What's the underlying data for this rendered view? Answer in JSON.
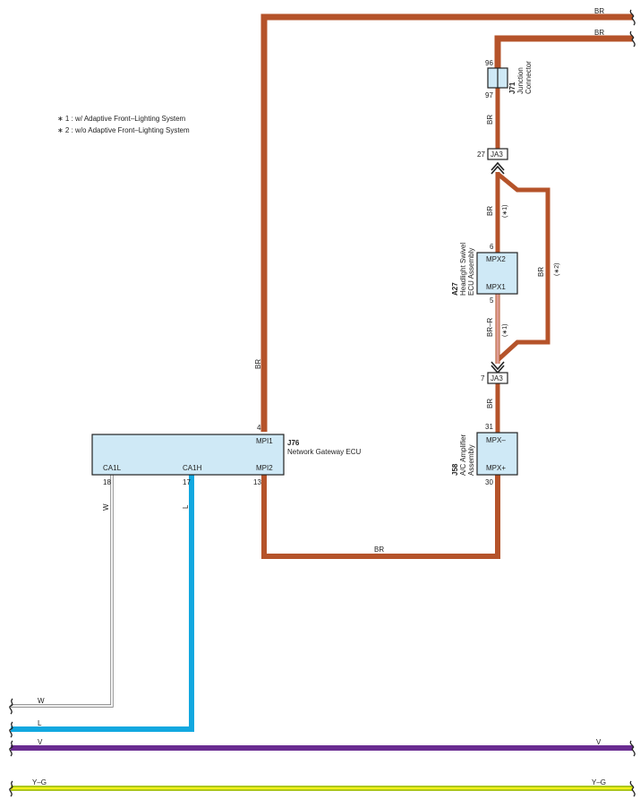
{
  "notes": {
    "note1": "∗ 1 : w/ Adaptive Front–Lighting System",
    "note2": "∗ 2 : w/o Adaptive Front–Lighting System"
  },
  "wire_colors": {
    "br": "#b5532a",
    "l": "#12a8e0",
    "v": "#6a2c91",
    "yg_outer": "#a8c41a",
    "yg_inner": "#f2f21a",
    "w": "#999999",
    "br_r": "#c0392b"
  },
  "wires": {
    "br": "BR",
    "br_r": "BR–R",
    "l": "L",
    "w": "W",
    "v": "V",
    "yg": "Y–G",
    "mark1": "(∗1)",
    "mark2": "(∗2)"
  },
  "components": {
    "j71": {
      "id": "J71",
      "name_line1": "Junction",
      "name_line2": "Connector",
      "pin_top": "96",
      "pin_bottom": "97"
    },
    "ja3_top": {
      "label": "JA3",
      "pin": "27"
    },
    "ja3_bottom": {
      "label": "JA3",
      "pin": "7"
    },
    "a27": {
      "id": "A27",
      "name_line1": "Headlight Swivel",
      "name_line2": "ECU Assembly",
      "terminal_top": "MPX2",
      "terminal_bottom": "MPX1",
      "pin_top": "6",
      "pin_bottom": "5"
    },
    "j58": {
      "id": "J58",
      "name_line1": "A/C Amplifier",
      "name_line2": "Assembly",
      "terminal_top": "MPX–",
      "terminal_bottom": "MPX+",
      "pin_top": "31",
      "pin_bottom": "30"
    },
    "j76": {
      "id": "J76",
      "name": "Network Gateway ECU",
      "terminal_mpi1": "MPI1",
      "terminal_mpi2": "MPI2",
      "terminal_ca1l": "CA1L",
      "terminal_ca1h": "CA1H",
      "pin_mpi1": "4",
      "pin_mpi2": "13",
      "pin_ca1l": "18",
      "pin_ca1h": "17"
    }
  }
}
